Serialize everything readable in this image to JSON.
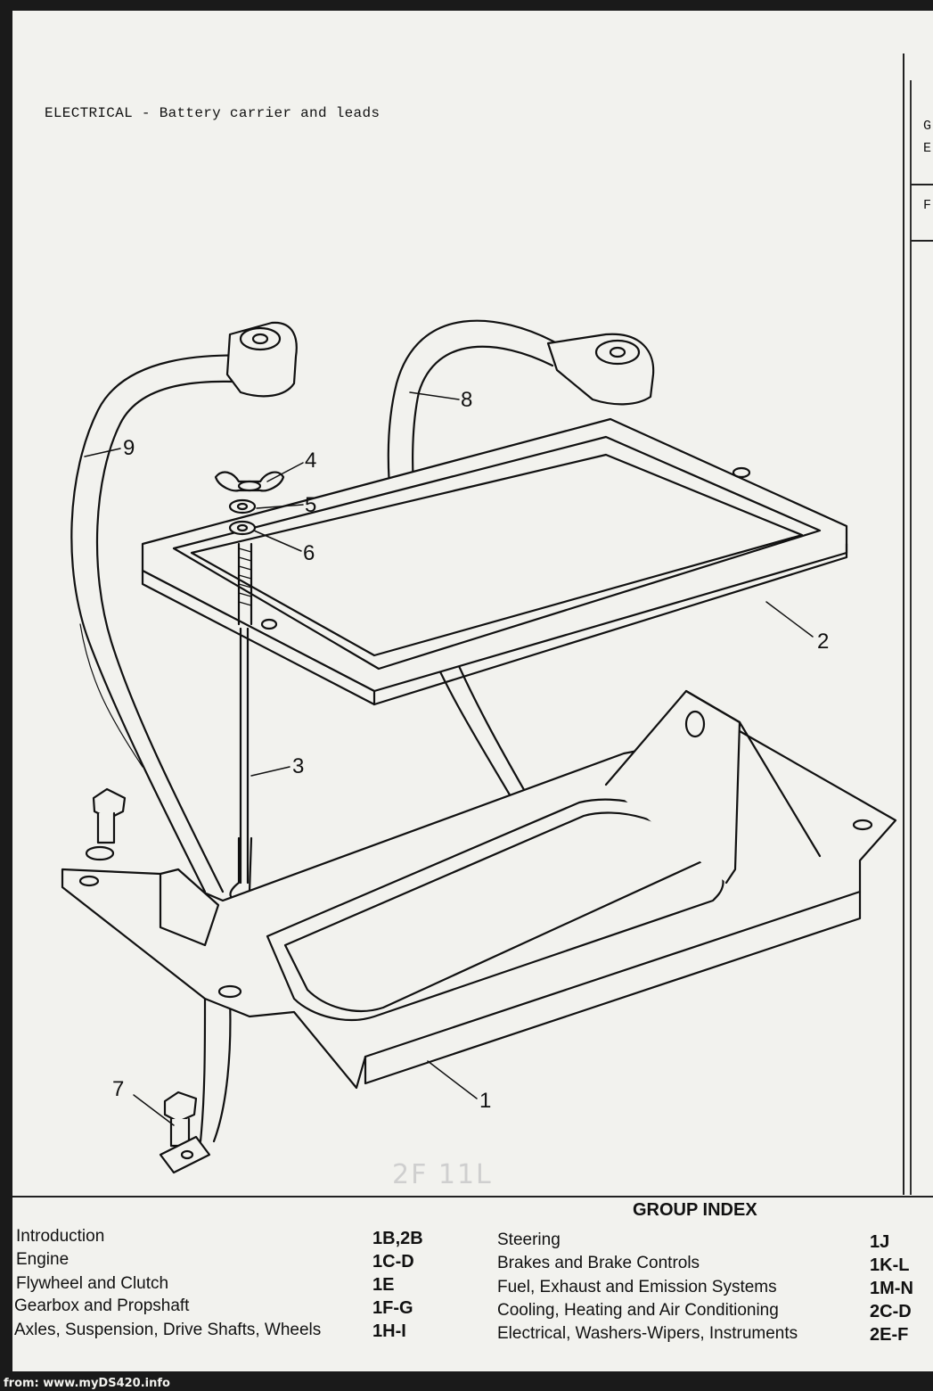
{
  "page": {
    "header_title": "ELECTRICAL - Battery carrier and leads",
    "handwritten_note": "2F 11L",
    "footer_source": "from: www.myDS420.info"
  },
  "side_page": {
    "fragments": [
      "G",
      "E",
      "F"
    ]
  },
  "diagram": {
    "callouts": [
      "1",
      "2",
      "3",
      "4",
      "5",
      "6",
      "7",
      "8",
      "9"
    ]
  },
  "group_index": {
    "heading": "GROUP INDEX",
    "left": [
      {
        "label": "Introduction",
        "code": "1B,2B"
      },
      {
        "label": "Engine",
        "code": "1C-D"
      },
      {
        "label": "Flywheel and Clutch",
        "code": "1E"
      },
      {
        "label": "Gearbox and Propshaft",
        "code": "1F-G"
      },
      {
        "label": "Axles, Suspension, Drive Shafts, Wheels",
        "code": "1H-I"
      }
    ],
    "right": [
      {
        "label": "Steering",
        "code": "1J"
      },
      {
        "label": "Brakes and Brake Controls",
        "code": "1K-L"
      },
      {
        "label": "Fuel, Exhaust and Emission Systems",
        "code": "1M-N"
      },
      {
        "label": "Cooling, Heating and Air Conditioning",
        "code": "2C-D"
      },
      {
        "label": "Electrical, Washers-Wipers, Instruments",
        "code": "2E-F"
      }
    ]
  },
  "colors": {
    "paper": "#f2f2ee",
    "ink": "#111111",
    "border": "#1a1a1a"
  }
}
